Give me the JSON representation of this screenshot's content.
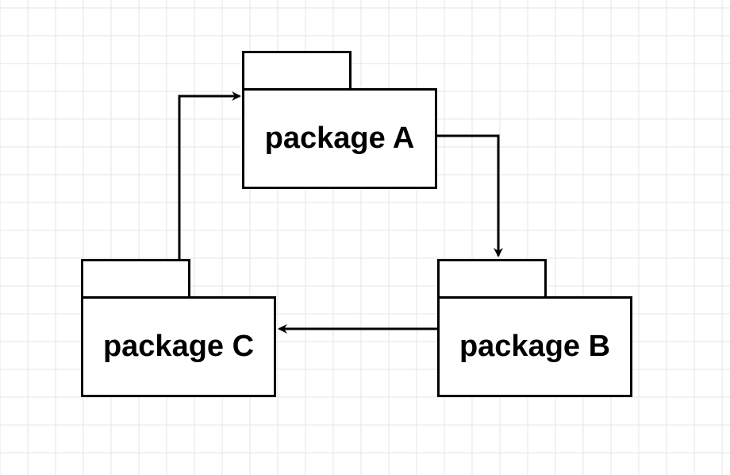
{
  "diagram": {
    "packages": [
      {
        "id": "a",
        "label": "package A"
      },
      {
        "id": "b",
        "label": "package B"
      },
      {
        "id": "c",
        "label": "package C"
      }
    ],
    "edges": [
      {
        "from": "package A",
        "to": "package B"
      },
      {
        "from": "package B",
        "to": "package C"
      },
      {
        "from": "package C",
        "to": "package A"
      }
    ]
  },
  "colors": {
    "background": "#ffffff",
    "grid": "#e6e6e6",
    "stroke": "#000000"
  }
}
